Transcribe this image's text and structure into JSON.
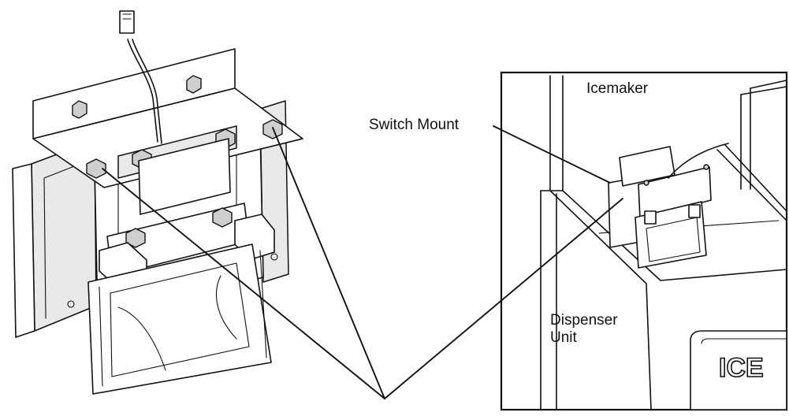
{
  "labels": {
    "icemaker": "Icemaker",
    "switch_mount": "Switch Mount",
    "dispenser_unit_line1": "Dispenser",
    "dispenser_unit_line2": "Unit",
    "panel_text": "ICE"
  },
  "parts": {
    "main_assembly": "bin-level-switch-assembly",
    "inset": "installed-location-view"
  }
}
